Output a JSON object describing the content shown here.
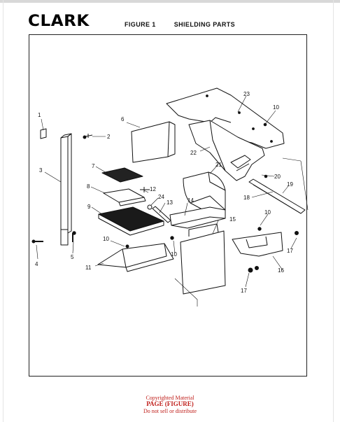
{
  "header": {
    "brand": "CLARK",
    "figure_label": "FIGURE 1",
    "figure_title": "SHIELDING PARTS"
  },
  "callouts": {
    "c1": "1",
    "c2": "2",
    "c3": "3",
    "c4": "4",
    "c5": "5",
    "c6": "6",
    "c7": "7",
    "c8": "8",
    "c9": "9",
    "c10a": "10",
    "c10b": "10",
    "c10c": "10",
    "c10d": "10",
    "c11": "11",
    "c12": "12",
    "c13": "13",
    "c14": "14",
    "c15": "15",
    "c16": "16",
    "c17a": "17",
    "c17b": "17",
    "c18": "18",
    "c19": "19",
    "c20": "20",
    "c21": "21",
    "c22": "22",
    "c23": "23",
    "c24": "24"
  },
  "footer": {
    "line1": "Copyrighted Material",
    "line2": "PAGE (FIGURE)",
    "line3": "Do not sell or distribute"
  },
  "colors": {
    "watermark": "#c0201c",
    "ink": "#111111"
  }
}
